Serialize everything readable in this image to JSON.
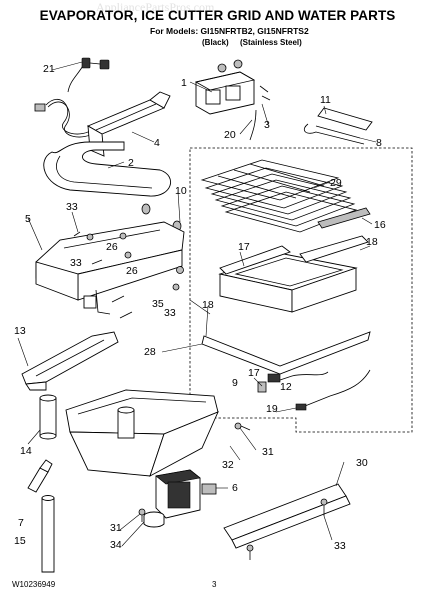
{
  "header": {
    "title": "EVAPORATOR, ICE CUTTER GRID AND WATER PARTS",
    "models": "For Models: GI15NFRTB2, GI15NFRTS2",
    "color_black": "(Black)",
    "color_stainless": "(Stainless Steel)"
  },
  "watermark": "AppliancePartsPros.com",
  "callouts": {
    "c1": "1",
    "c2": "2",
    "c3": "3",
    "c4": "4",
    "c5": "5",
    "c6": "6",
    "c7": "7",
    "c8": "8",
    "c9": "9",
    "c10": "10",
    "c11": "11",
    "c12": "12",
    "c13": "13",
    "c14": "14",
    "c15": "15",
    "c16": "16",
    "c17a": "17",
    "c17b": "17",
    "c18a": "18",
    "c18b": "18",
    "c19": "19",
    "c20": "20",
    "c21": "21",
    "c26a": "26",
    "c26b": "26",
    "c28": "28",
    "c29": "29",
    "c30": "30",
    "c31a": "31",
    "c31b": "31",
    "c32": "32",
    "c33a": "33",
    "c33b": "33",
    "c33c": "33",
    "c33d": "33",
    "c34": "34",
    "c35": "35"
  },
  "footer": {
    "doc_number": "W10236949",
    "page_number": "3"
  }
}
